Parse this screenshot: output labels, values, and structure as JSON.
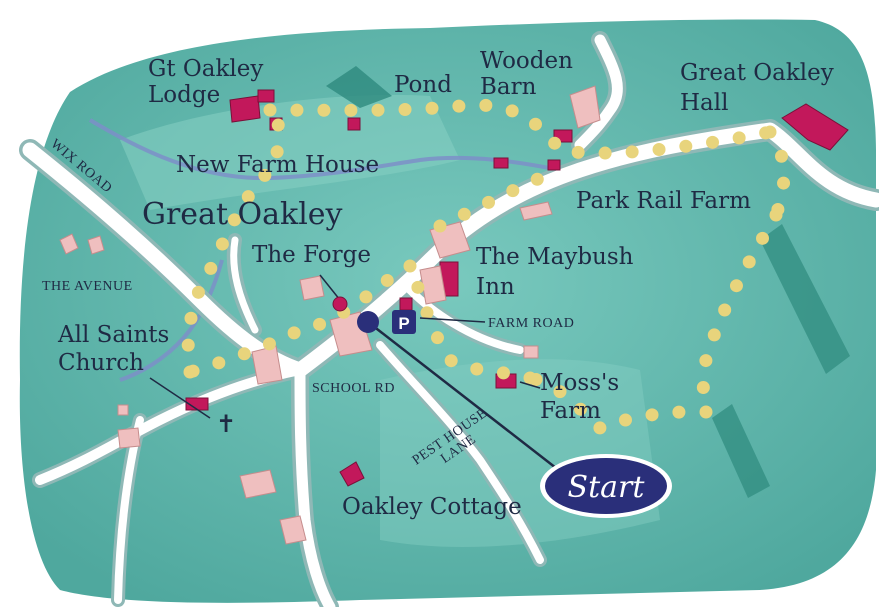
{
  "map": {
    "colors": {
      "land": "#5fb8ad",
      "land_light": "#8fd1c6",
      "paper": "#ffffff",
      "road": "#ffffff",
      "stream": "#7d8fc8",
      "route_dots": "#e8d47c",
      "building_red": "#c2185b",
      "building_pink": "#efbfbf",
      "start_badge": "#2a2f7a",
      "parking": "#2a2f7a"
    },
    "place_labels": {
      "gt_oakley_lodge": "Gt Oakley\nLodge",
      "pond": "Pond",
      "wooden_barn": "Wooden\nBarn",
      "great_oakley_hall": "Great Oakley\nHall",
      "new_farm_house": "New Farm House",
      "great_oakley": "Great Oakley",
      "park_rail_farm": "Park Rail Farm",
      "the_forge": "The Forge",
      "the_maybush_inn": "The Maybush\nInn",
      "all_saints_church": "All Saints\nChurch",
      "moss_farm": "Moss's\nFarm",
      "oakley_cottage": "Oakley Cottage"
    },
    "road_labels": {
      "wix_road": "WIX ROAD",
      "the_avenue": "THE AVENUE",
      "farm_road": "FARM ROAD",
      "school_rd": "SCHOOL RD",
      "pest_house_lane": "PEST HOUSE\nLANE"
    },
    "markers": {
      "parking": "P",
      "start": "Start",
      "church_symbol": "✝"
    },
    "icons": {
      "parking": "parking-icon",
      "start": "start-point-icon",
      "church": "church-cross-icon",
      "forge": "forge-pin-icon"
    }
  }
}
